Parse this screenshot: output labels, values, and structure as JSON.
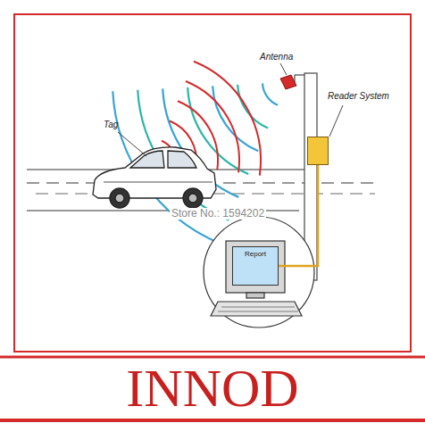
{
  "diagram": {
    "nodes": [
      {
        "text": [
          "Reader System"
        ]
      },
      {
        "text": [
          "Report"
        ]
      }
    ],
    "edges": [
      {
        "from": 0,
        "to": 1,
        "arrow": "none"
      }
    ],
    "labels": [
      "Tag",
      "Antenna",
      "Store No.: 1594202",
      "INNOD"
    ]
  }
}
